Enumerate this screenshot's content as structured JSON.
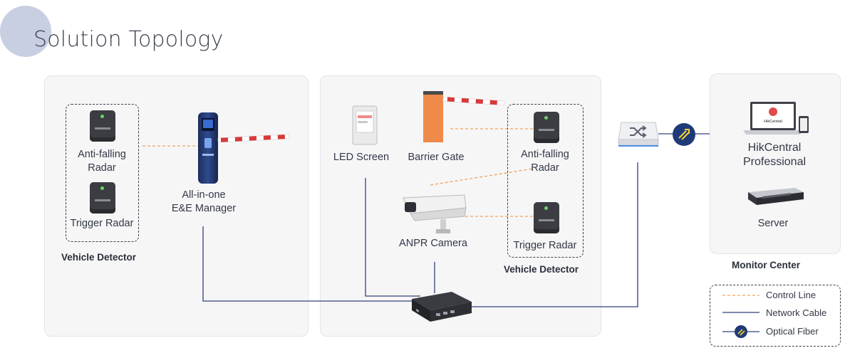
{
  "title": "Solution Topology",
  "panels": {
    "left": {
      "anti_falling_radar": "Anti-falling\nRadar",
      "trigger_radar": "Trigger Radar",
      "vehicle_detector": "Vehicle Detector",
      "all_in_one": "All-in-one\nE&E Manager"
    },
    "middle": {
      "led_screen": "LED Screen",
      "barrier_gate": "Barrier Gate",
      "anti_falling_radar": "Anti-falling\nRadar",
      "trigger_radar": "Trigger Radar",
      "anpr_camera": "ANPR Camera",
      "vehicle_detector": "Vehicle Detector"
    },
    "monitor": {
      "hikcentral": "HikCentral\nProfessional",
      "hikcentral_screen_text": "HikCentral",
      "server": "Server",
      "monitor_center": "Monitor Center"
    }
  },
  "legend": {
    "control_line": "Control Line",
    "network_cable": "Network Cable",
    "optical_fiber": "Optical Fiber"
  },
  "colors": {
    "control_line": "#f0a25a",
    "network_cable": "#33407a",
    "optical_fiber_node": "#1f3a78",
    "barrier_orange": "#f08a4b",
    "barrier_arm_red": "#d63a3a"
  }
}
